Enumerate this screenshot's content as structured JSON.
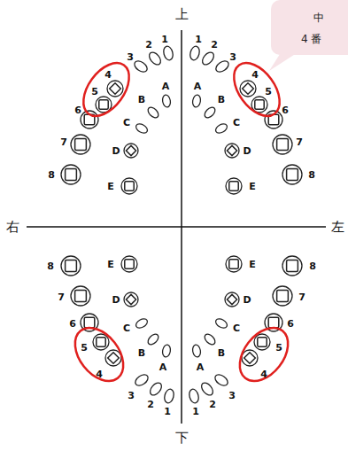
{
  "diagram": {
    "nodes": [
      {
        "text": [
          "中",
          "4 番"
        ]
      }
    ],
    "labels": [
      "上",
      "1",
      "2",
      "3",
      "4",
      "5",
      "6",
      "7",
      "8",
      "1",
      "2",
      "3",
      "4",
      "5",
      "6",
      "7",
      "8",
      "A",
      "B",
      "C",
      "D",
      "E",
      "A",
      "B",
      "C",
      "D",
      "E",
      "右",
      "左",
      "A",
      "B",
      "C",
      "D",
      "E",
      "A",
      "B",
      "C",
      "D",
      "E",
      "1",
      "2",
      "3",
      "4",
      "5",
      "6",
      "7",
      "8",
      "1",
      "2",
      "3",
      "4",
      "5",
      "6",
      "7",
      "8",
      "下"
    ]
  }
}
